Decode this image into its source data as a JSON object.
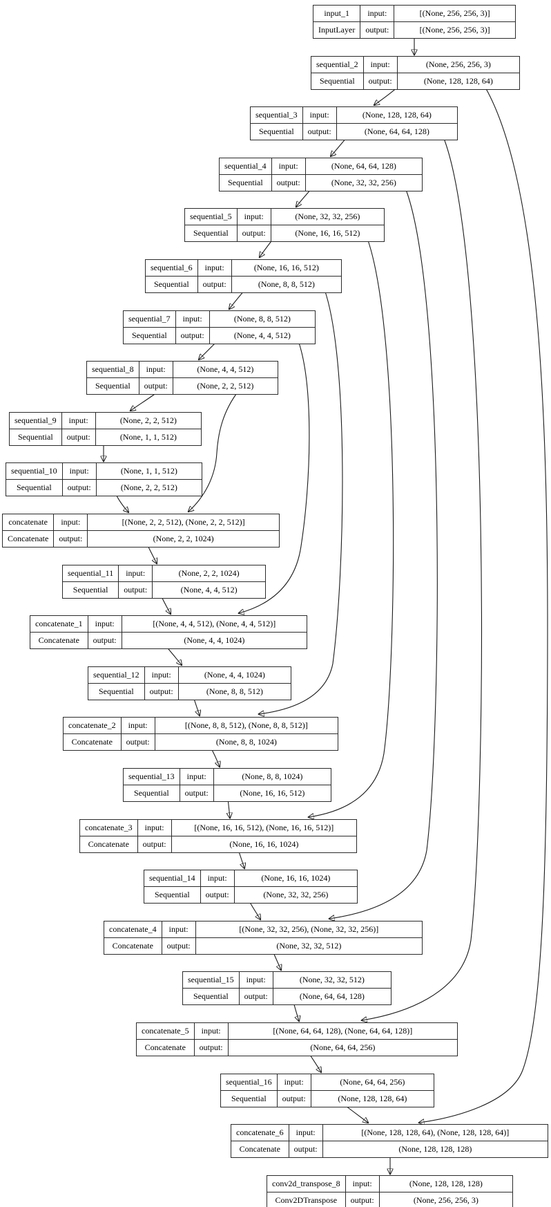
{
  "diagram": {
    "title": "keras-model-architecture-graph",
    "labels": {
      "input": "input:",
      "output": "output:"
    },
    "colors": {
      "node_border": "#2a2a2a",
      "node_background": "#ffffff",
      "edge": "#1a1a1a",
      "text": "#000000",
      "page_background": "#ffffff"
    },
    "nodes": [
      {
        "name": "input_1",
        "type": "InputLayer",
        "input": "[(None, 256, 256, 3)]",
        "output": "[(None, 256, 256, 3)]"
      },
      {
        "name": "sequential_2",
        "type": "Sequential",
        "input": "(None, 256, 256, 3)",
        "output": "(None, 128, 128, 64)"
      },
      {
        "name": "sequential_3",
        "type": "Sequential",
        "input": "(None, 128, 128, 64)",
        "output": "(None, 64, 64, 128)"
      },
      {
        "name": "sequential_4",
        "type": "Sequential",
        "input": "(None, 64, 64, 128)",
        "output": "(None, 32, 32, 256)"
      },
      {
        "name": "sequential_5",
        "type": "Sequential",
        "input": "(None, 32, 32, 256)",
        "output": "(None, 16, 16, 512)"
      },
      {
        "name": "sequential_6",
        "type": "Sequential",
        "input": "(None, 16, 16, 512)",
        "output": "(None, 8, 8, 512)"
      },
      {
        "name": "sequential_7",
        "type": "Sequential",
        "input": "(None, 8, 8, 512)",
        "output": "(None, 4, 4, 512)"
      },
      {
        "name": "sequential_8",
        "type": "Sequential",
        "input": "(None, 4, 4, 512)",
        "output": "(None, 2, 2, 512)"
      },
      {
        "name": "sequential_9",
        "type": "Sequential",
        "input": "(None, 2, 2, 512)",
        "output": "(None, 1, 1, 512)"
      },
      {
        "name": "sequential_10",
        "type": "Sequential",
        "input": "(None, 1, 1, 512)",
        "output": "(None, 2, 2, 512)"
      },
      {
        "name": "concatenate",
        "type": "Concatenate",
        "input": "[(None, 2, 2, 512), (None, 2, 2, 512)]",
        "output": "(None, 2, 2, 1024)"
      },
      {
        "name": "sequential_11",
        "type": "Sequential",
        "input": "(None, 2, 2, 1024)",
        "output": "(None, 4, 4, 512)"
      },
      {
        "name": "concatenate_1",
        "type": "Concatenate",
        "input": "[(None, 4, 4, 512), (None, 4, 4, 512)]",
        "output": "(None, 4, 4, 1024)"
      },
      {
        "name": "sequential_12",
        "type": "Sequential",
        "input": "(None, 4, 4, 1024)",
        "output": "(None, 8, 8, 512)"
      },
      {
        "name": "concatenate_2",
        "type": "Concatenate",
        "input": "[(None, 8, 8, 512), (None, 8, 8, 512)]",
        "output": "(None, 8, 8, 1024)"
      },
      {
        "name": "sequential_13",
        "type": "Sequential",
        "input": "(None, 8, 8, 1024)",
        "output": "(None, 16, 16, 512)"
      },
      {
        "name": "concatenate_3",
        "type": "Concatenate",
        "input": "[(None, 16, 16, 512), (None, 16, 16, 512)]",
        "output": "(None, 16, 16, 1024)"
      },
      {
        "name": "sequential_14",
        "type": "Sequential",
        "input": "(None, 16, 16, 1024)",
        "output": "(None, 32, 32, 256)"
      },
      {
        "name": "concatenate_4",
        "type": "Concatenate",
        "input": "[(None, 32, 32, 256), (None, 32, 32, 256)]",
        "output": "(None, 32, 32, 512)"
      },
      {
        "name": "sequential_15",
        "type": "Sequential",
        "input": "(None, 32, 32, 512)",
        "output": "(None, 64, 64, 128)"
      },
      {
        "name": "concatenate_5",
        "type": "Concatenate",
        "input": "[(None, 64, 64, 128), (None, 64, 64, 128)]",
        "output": "(None, 64, 64, 256)"
      },
      {
        "name": "sequential_16",
        "type": "Sequential",
        "input": "(None, 64, 64, 256)",
        "output": "(None, 128, 128, 64)"
      },
      {
        "name": "concatenate_6",
        "type": "Concatenate",
        "input": "[(None, 128, 128, 64), (None, 128, 128, 64)]",
        "output": "(None, 128, 128, 128)"
      },
      {
        "name": "conv2d_transpose_8",
        "type": "Conv2DTranspose",
        "input": "(None, 128, 128, 128)",
        "output": "(None, 256, 256, 3)"
      }
    ],
    "edges": [
      {
        "from": "input_1",
        "to": "sequential_2"
      },
      {
        "from": "sequential_2",
        "to": "sequential_3"
      },
      {
        "from": "sequential_3",
        "to": "sequential_4"
      },
      {
        "from": "sequential_4",
        "to": "sequential_5"
      },
      {
        "from": "sequential_5",
        "to": "sequential_6"
      },
      {
        "from": "sequential_6",
        "to": "sequential_7"
      },
      {
        "from": "sequential_7",
        "to": "sequential_8"
      },
      {
        "from": "sequential_8",
        "to": "sequential_9"
      },
      {
        "from": "sequential_9",
        "to": "sequential_10"
      },
      {
        "from": "sequential_10",
        "to": "concatenate"
      },
      {
        "from": "sequential_8",
        "to": "concatenate"
      },
      {
        "from": "concatenate",
        "to": "sequential_11"
      },
      {
        "from": "sequential_11",
        "to": "concatenate_1"
      },
      {
        "from": "sequential_7",
        "to": "concatenate_1"
      },
      {
        "from": "concatenate_1",
        "to": "sequential_12"
      },
      {
        "from": "sequential_12",
        "to": "concatenate_2"
      },
      {
        "from": "sequential_6",
        "to": "concatenate_2"
      },
      {
        "from": "concatenate_2",
        "to": "sequential_13"
      },
      {
        "from": "sequential_13",
        "to": "concatenate_3"
      },
      {
        "from": "sequential_5",
        "to": "concatenate_3"
      },
      {
        "from": "concatenate_3",
        "to": "sequential_14"
      },
      {
        "from": "sequential_14",
        "to": "concatenate_4"
      },
      {
        "from": "sequential_4",
        "to": "concatenate_4"
      },
      {
        "from": "concatenate_4",
        "to": "sequential_15"
      },
      {
        "from": "sequential_15",
        "to": "concatenate_5"
      },
      {
        "from": "sequential_3",
        "to": "concatenate_5"
      },
      {
        "from": "concatenate_5",
        "to": "sequential_16"
      },
      {
        "from": "sequential_16",
        "to": "concatenate_6"
      },
      {
        "from": "sequential_2",
        "to": "concatenate_6"
      },
      {
        "from": "concatenate_6",
        "to": "conv2d_transpose_8"
      }
    ]
  }
}
